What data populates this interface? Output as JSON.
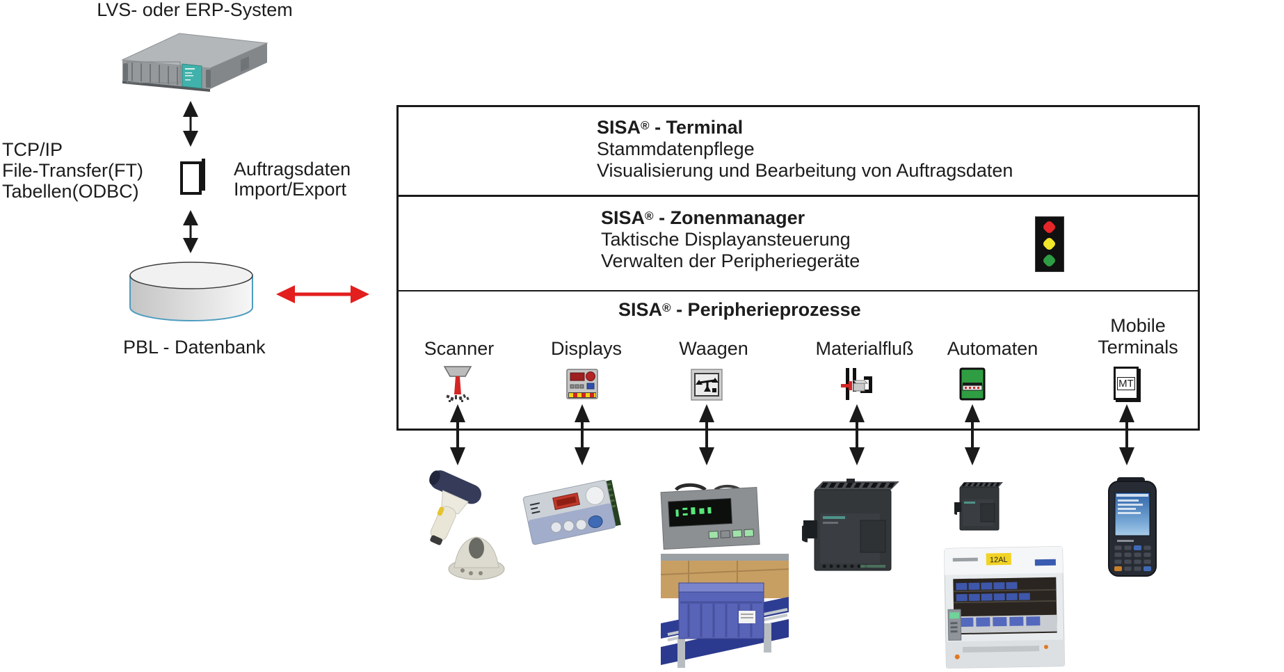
{
  "erp": {
    "title": "LVS- oder ERP-System"
  },
  "protocols": {
    "line1": "TCP/IP",
    "line2": "File-Transfer(FT)",
    "line3": "Tabellen(ODBC)"
  },
  "transfer": {
    "line1": "Auftragsdaten",
    "line2": "Import/Export"
  },
  "database": {
    "label": "PBL - Datenbank"
  },
  "sisa": {
    "brand": "SISA",
    "reg": "®",
    "terminal": {
      "suffix": " - Terminal",
      "line1": "Stammdatenpflege",
      "line2": "Visualisierung und Bearbeitung von Auftragsdaten"
    },
    "zonenmanager": {
      "suffix": " -  Zonenmanager",
      "line1": "Taktische Displayansteuerung",
      "line2": "Verwalten der Peripheriegeräte"
    },
    "peripherie": {
      "suffix": " -  Peripherieprozesse"
    }
  },
  "peripherals": [
    {
      "label": "Scanner"
    },
    {
      "label": "Displays"
    },
    {
      "label": "Waagen"
    },
    {
      "label": "Materialfluß"
    },
    {
      "label": "Automaten"
    },
    {
      "line1": "Mobile",
      "line2": "Terminals",
      "icon_text": "MT"
    }
  ],
  "devices": {
    "leanlift_tag": "12AL"
  },
  "colors": {
    "arrow_black": "#1a1a1a",
    "arrow_red": "#e31e1e",
    "traffic_red": "#e62628",
    "traffic_yellow": "#f0e62a",
    "traffic_green": "#2e9e44",
    "server_teal": "#41b2ab",
    "crate_blue": "#5864b8"
  }
}
